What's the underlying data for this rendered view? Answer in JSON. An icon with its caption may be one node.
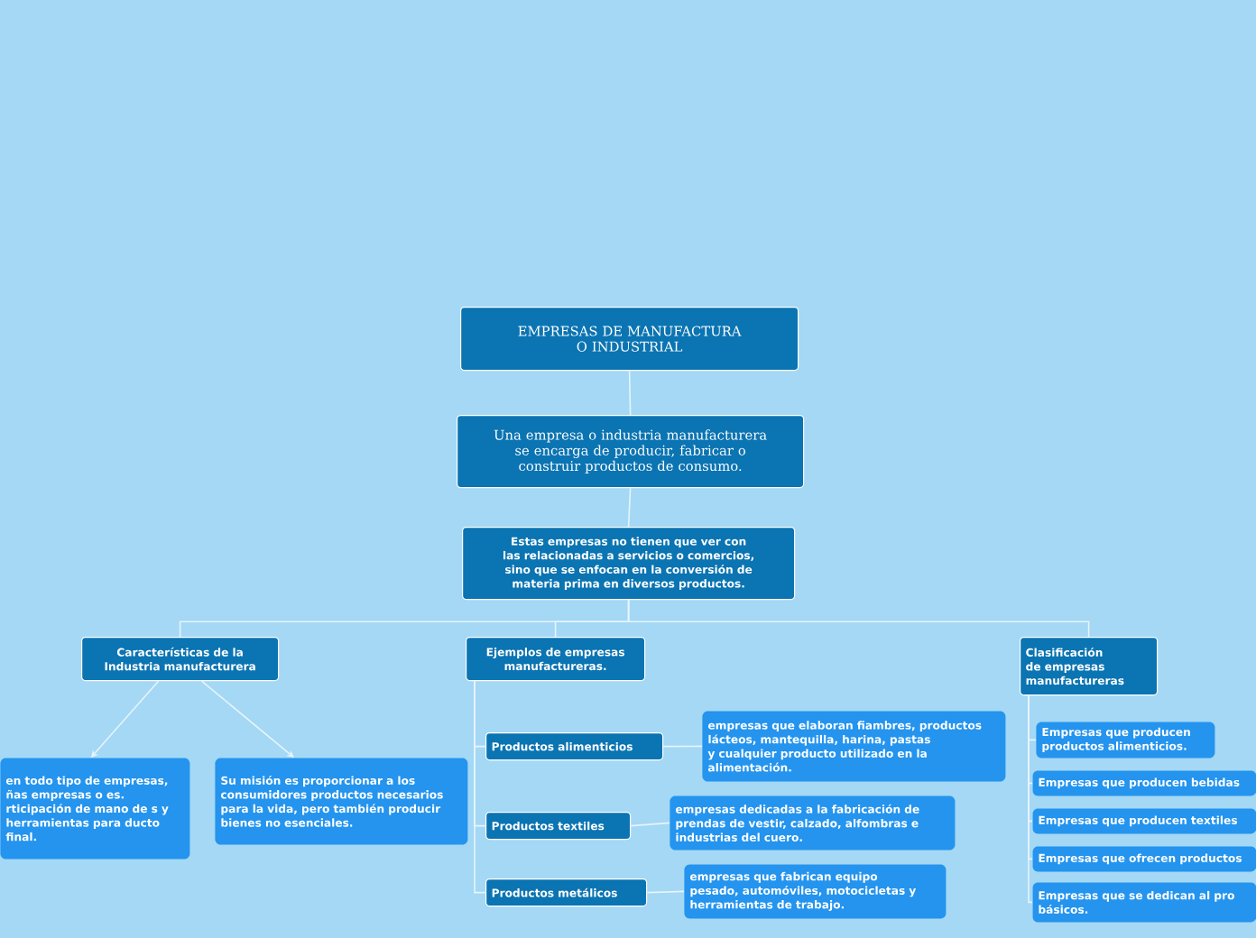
{
  "diagram": {
    "nodes": [
      {
        "text": [
          "EMPRESAS DE MANUFACTURA O INDUSTRIAL"
        ]
      },
      {
        "text": [
          "Una empresa o industria manufacturera se encarga de producir, fabricar o construir productos de consumo."
        ]
      },
      {
        "text": [
          "Estas empresas no tienen que ver con las relacionadas a servicios o comercios, sino que se enfocan en la conversión de materia prima en diversos productos."
        ]
      },
      {
        "text": [
          "Características de la Industria manufacturera"
        ]
      },
      {
        "text": [
          "Ejemplos de empresas manufactureras."
        ]
      },
      {
        "text": [
          "Clasificación de empresas manufactureras"
        ]
      },
      {
        "text": [
          "en todo tipo de empresas, ñas empresas o es. rticipación de mano de s y herramientas para ducto final."
        ]
      },
      {
        "text": [
          "Su misión es proporcionar a los consumidores productos necesarios para la vida, pero también producir bienes no esenciales."
        ]
      },
      {
        "text": [
          "Productos alimenticios"
        ]
      },
      {
        "text": [
          "empresas que elaboran fiambres, productos lácteos, mantequilla, harina, pastas y cualquier producto utilizado en la alimentación."
        ]
      },
      {
        "text": [
          "Productos textiles"
        ]
      },
      {
        "text": [
          "empresas dedicadas a la fabricación de prendas de vestir, calzado, alfombras e industrias del cuero."
        ]
      },
      {
        "text": [
          "Productos metálicos"
        ]
      },
      {
        "text": [
          "empresas que fabrican equipo pesado, automóviles, motocicletas y herramientas de trabajo."
        ]
      },
      {
        "text": [
          "Empresas que producen productos alimenticios."
        ]
      },
      {
        "text": [
          "Empresas que producen bebidas"
        ]
      },
      {
        "text": [
          "Empresas que producen textiles"
        ]
      },
      {
        "text": [
          "Empresas que ofrecen productos"
        ]
      },
      {
        "text": [
          "Empresas que se dedican al pro básicos."
        ]
      }
    ],
    "edges": [
      {
        "from": 0,
        "to": 1,
        "arrow": "none"
      },
      {
        "from": 1,
        "to": 2,
        "arrow": "none"
      },
      {
        "from": 2,
        "to": 3,
        "arrow": "none"
      },
      {
        "from": 2,
        "to": 4,
        "arrow": "none"
      },
      {
        "from": 2,
        "to": 5,
        "arrow": "none"
      },
      {
        "from": 3,
        "to": 6,
        "arrow": "to"
      },
      {
        "from": 3,
        "to": 7,
        "arrow": "to"
      },
      {
        "from": 4,
        "to": 8,
        "arrow": "none"
      },
      {
        "from": 4,
        "to": 10,
        "arrow": "none"
      },
      {
        "from": 4,
        "to": 12,
        "arrow": "none"
      },
      {
        "from": 8,
        "to": 9,
        "arrow": "none"
      },
      {
        "from": 10,
        "to": 11,
        "arrow": "none"
      },
      {
        "from": 12,
        "to": 13,
        "arrow": "none"
      },
      {
        "from": 5,
        "to": 14,
        "arrow": "none"
      },
      {
        "from": 5,
        "to": 15,
        "arrow": "none"
      },
      {
        "from": 5,
        "to": 16,
        "arrow": "none"
      },
      {
        "from": 5,
        "to": 17,
        "arrow": "none"
      },
      {
        "from": 5,
        "to": 18,
        "arrow": "none"
      }
    ]
  }
}
